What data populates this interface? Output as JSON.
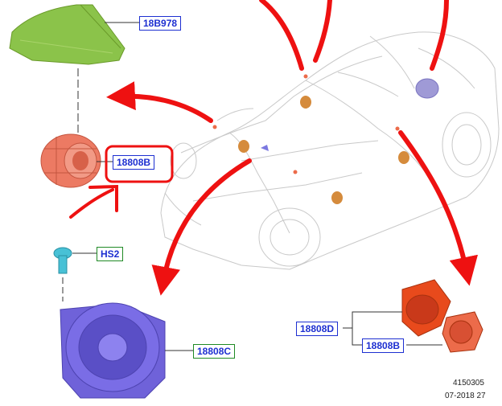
{
  "callouts": {
    "a": "18B978",
    "b": "18808B",
    "c": "HS2",
    "d": "18808C",
    "e": "18808D",
    "f": "18808B"
  },
  "reference": {
    "number": "4150305",
    "date": "07-2018 27"
  },
  "colors": {
    "arrow": "#ee1111",
    "speaker_body": "#6f62d9",
    "tweeter_cover": "#8bc34a",
    "door_speaker": "#ec7a63",
    "rear_speaker": "#e84a1c",
    "hardware": "#48c1d6",
    "callout_blue": "#1d2fd1",
    "callout_green": "#1f8a25"
  }
}
